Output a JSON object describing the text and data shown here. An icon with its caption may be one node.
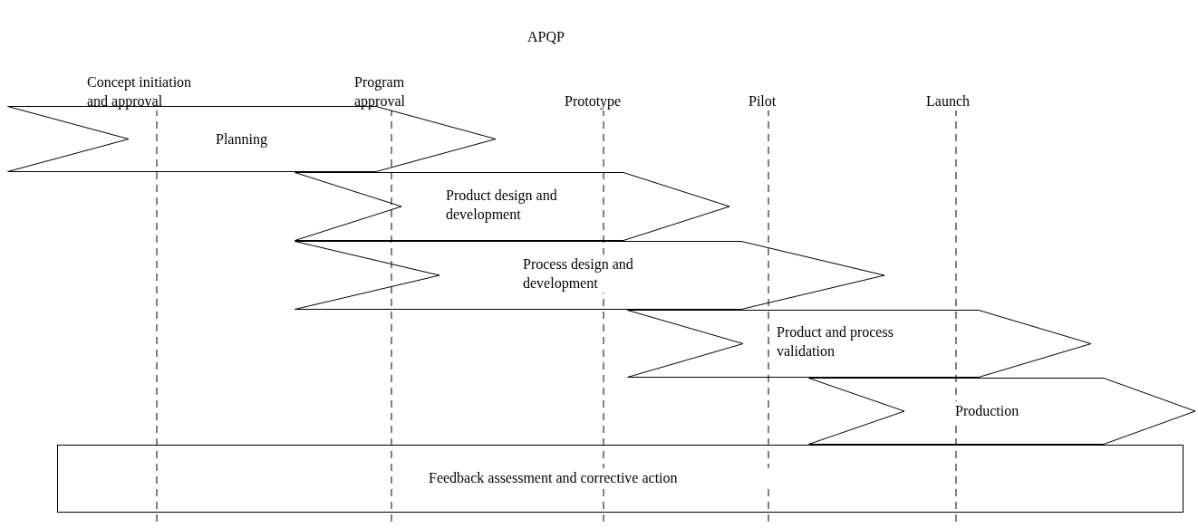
{
  "diagram": {
    "title": "APQP",
    "nodes": [
      {
        "text": [
          "Planning"
        ]
      },
      {
        "text": [
          "Product design and development"
        ]
      },
      {
        "text": [
          "Process design and development"
        ]
      },
      {
        "text": [
          "Product and process validation"
        ]
      },
      {
        "text": [
          "Production"
        ]
      },
      {
        "text": [
          "Feedback assessment and corrective action"
        ]
      }
    ],
    "labels": [
      "Concept initiation and approval",
      "Program approval",
      "Prototype",
      "Pilot",
      "Launch"
    ]
  }
}
